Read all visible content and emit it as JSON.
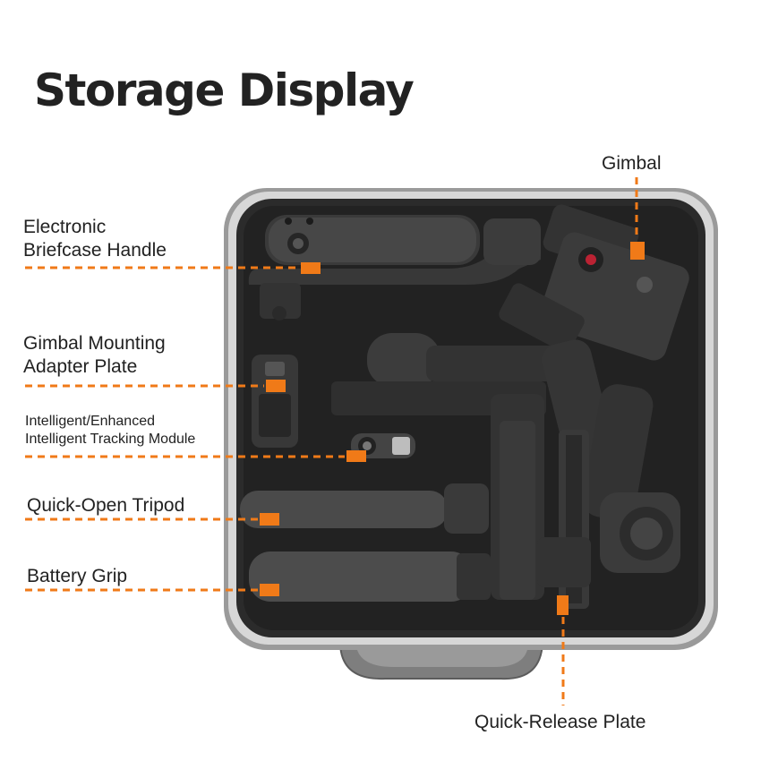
{
  "title": "Storage Display",
  "accent_color": "#f07a18",
  "case_color": "#2a2a2a",
  "callouts": {
    "gimbal": "Gimbal",
    "handle_line1": "Electronic",
    "handle_line2": "Briefcase Handle",
    "adapter_line1": "Gimbal Mounting",
    "adapter_line2": "Adapter Plate",
    "tracking_line1": "Intelligent/Enhanced",
    "tracking_line2": "Intelligent Tracking Module",
    "tripod": "Quick-Open Tripod",
    "battery": "Battery Grip",
    "release_plate": "Quick-Release Plate"
  }
}
